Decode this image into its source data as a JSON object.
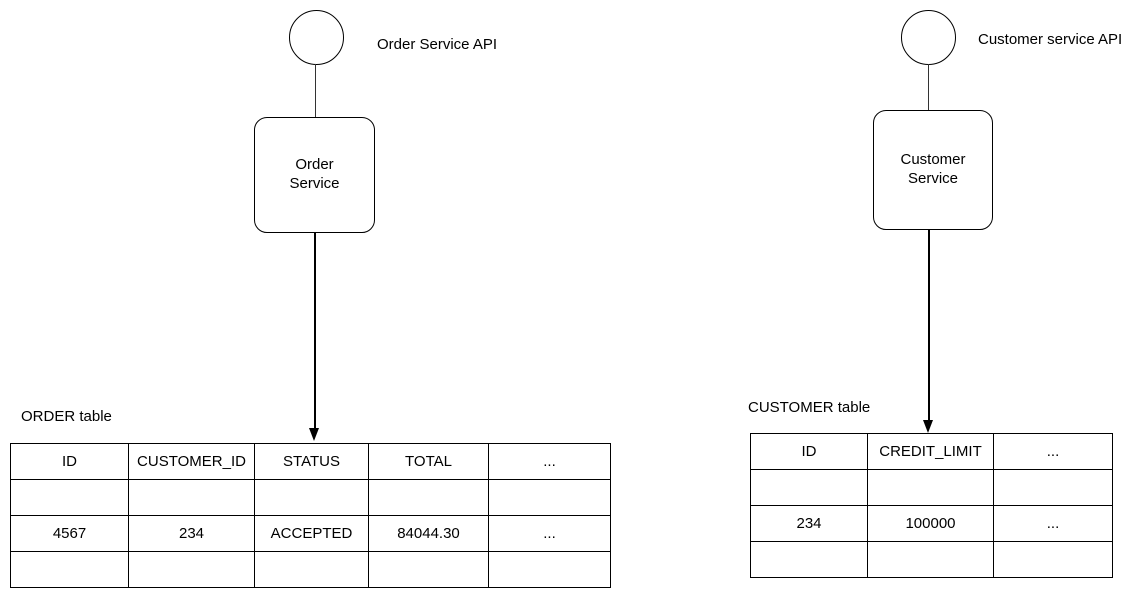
{
  "diagram": {
    "left": {
      "api_label": "Order Service API",
      "service_name_line1": "Order",
      "service_name_line2": "Service",
      "table_label": "ORDER table",
      "table": {
        "headers": [
          "ID",
          "CUSTOMER_ID",
          "STATUS",
          "TOTAL",
          "..."
        ],
        "rows": [
          [
            "",
            "",
            "",
            "",
            ""
          ],
          [
            "4567",
            "234",
            "ACCEPTED",
            "84044.30",
            "..."
          ],
          [
            "",
            "",
            "",
            "",
            ""
          ]
        ]
      }
    },
    "right": {
      "api_label": "Customer service API",
      "service_name_line1": "Customer",
      "service_name_line2": "Service",
      "table_label": "CUSTOMER table",
      "table": {
        "headers": [
          "ID",
          "CREDIT_LIMIT",
          "..."
        ],
        "rows": [
          [
            "",
            "",
            ""
          ],
          [
            "234",
            "100000",
            "..."
          ],
          [
            "",
            "",
            ""
          ]
        ]
      }
    },
    "colors": {
      "stroke": "#000000",
      "background": "#ffffff"
    }
  }
}
